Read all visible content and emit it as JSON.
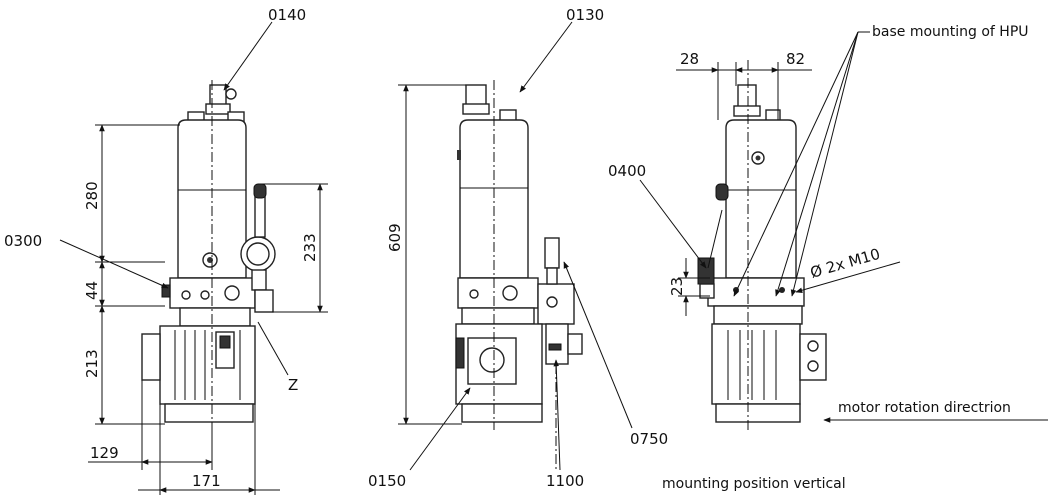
{
  "labels": {
    "ref_0140": "0140",
    "ref_0130": "0130",
    "ref_0300": "0300",
    "ref_0400": "0400",
    "ref_0150": "0150",
    "ref_0750": "0750",
    "ref_1100": "1100",
    "ref_z": "Z",
    "base_mounting": "base mounting of HPU",
    "motor_rotation": "motor rotation directrion",
    "mounting_position": "mounting position vertical",
    "bolt_spec": "Ø 2x M10"
  },
  "dimensions": {
    "d280": "280",
    "d44": "44",
    "d213": "213",
    "d233": "233",
    "d609": "609",
    "d129": "129",
    "d171": "171",
    "d28": "28",
    "d82": "82",
    "d23": "23"
  }
}
